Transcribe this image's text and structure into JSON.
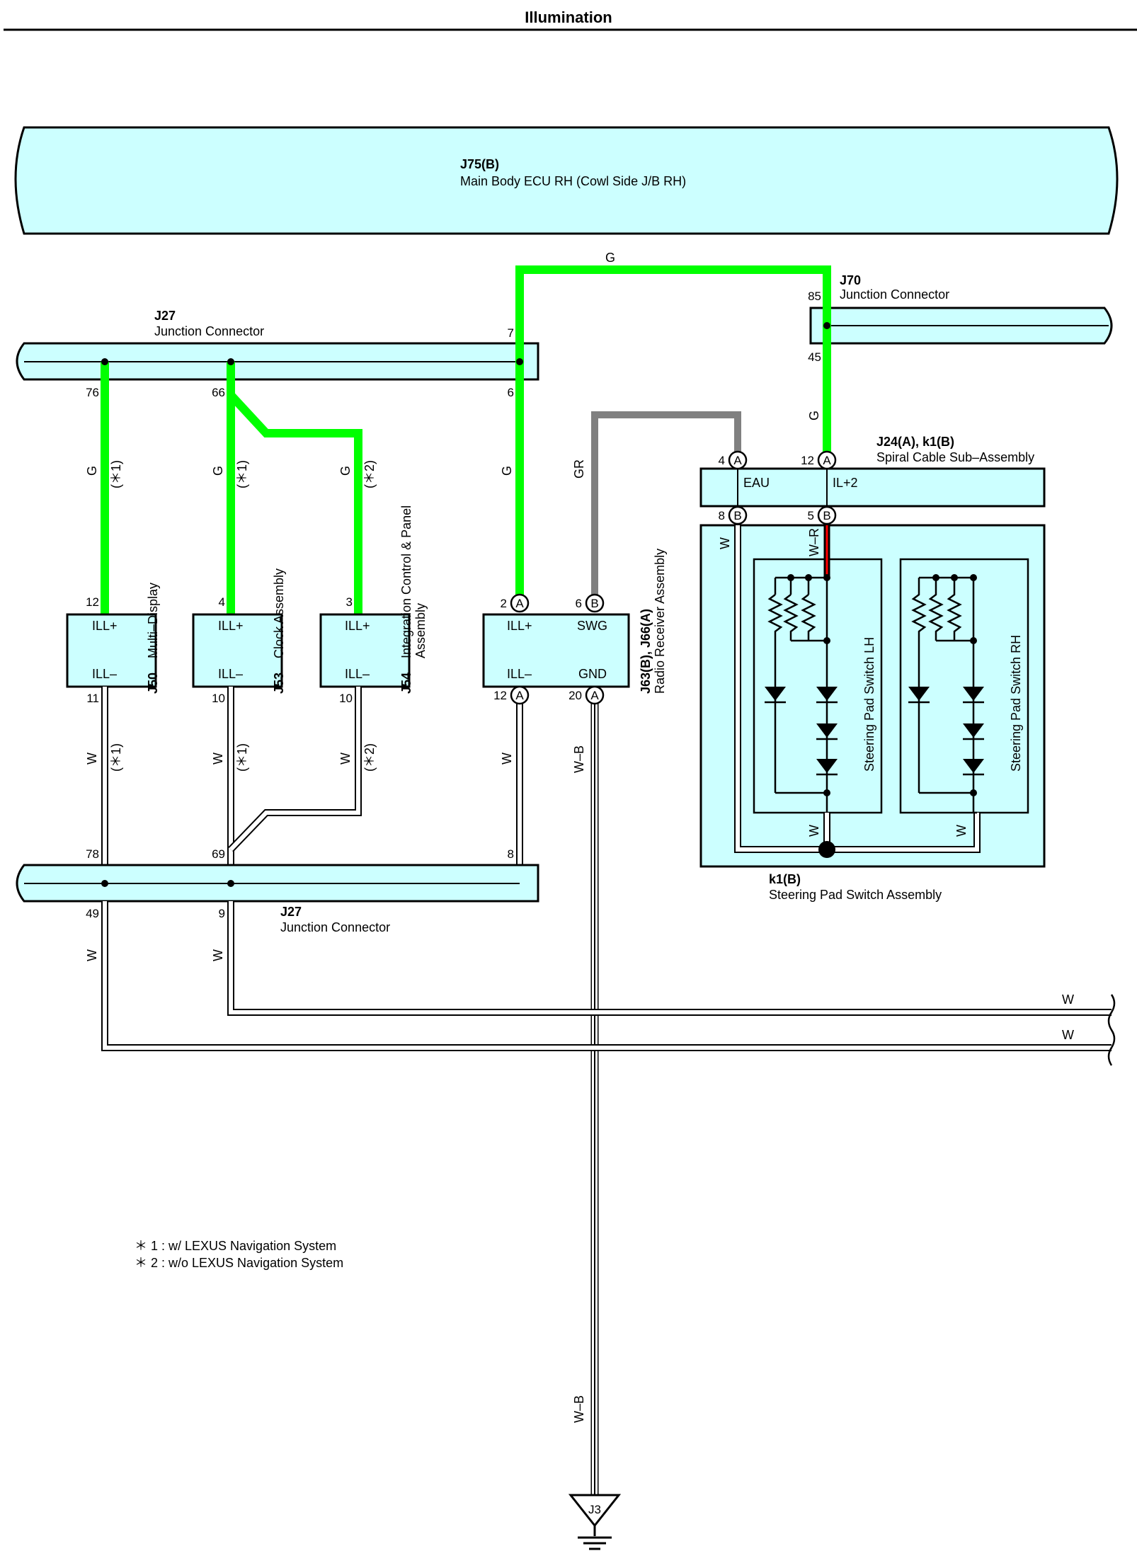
{
  "page_title": "Illumination",
  "components": {
    "j75": {
      "code": "J75(B)",
      "name": "Main Body ECU RH (Cowl Side J/B RH)"
    },
    "j27_top": {
      "code": "J27",
      "name": "Junction Connector"
    },
    "j27_bottom": {
      "code": "J27",
      "name": "Junction Connector"
    },
    "j70": {
      "code": "J70",
      "name": "Junction Connector"
    },
    "spiral": {
      "code": "J24(A), k1(B)",
      "name": "Spiral Cable Sub–Assembly",
      "pin_eau": "EAU",
      "pin_il2": "IL+2"
    },
    "j50": {
      "code": "J50",
      "name": "Multi–Display",
      "pin_top": "ILL+",
      "pin_bottom": "ILL–"
    },
    "j53": {
      "code": "J53",
      "name": "Clock Assembly",
      "pin_top": "ILL+",
      "pin_bottom": "ILL–"
    },
    "j54": {
      "code": "J54",
      "name": "Integration Control & Panel",
      "name2": "Assembly",
      "pin_top": "ILL+",
      "pin_bottom": "ILL–"
    },
    "radio": {
      "code": "J63(B), J66(A)",
      "name": "Radio Receiver Assembly",
      "pin_ill_plus": "ILL+",
      "pin_swg": "SWG",
      "pin_ill_minus": "ILL–",
      "pin_gnd": "GND"
    },
    "k1": {
      "code": "k1(B)",
      "name": "Steering Pad Switch Assembly"
    },
    "pad_lh": {
      "name": "Steering Pad Switch LH"
    },
    "pad_rh": {
      "name": "Steering Pad Switch RH"
    },
    "ground": {
      "code": "J3"
    }
  },
  "pins": {
    "j27t_76": "76",
    "j27t_66": "66",
    "j27t_7": "7",
    "j27t_6": "6",
    "j70_85": "85",
    "j70_45": "45",
    "spiral_4": "4",
    "spiral_12": "12",
    "spiral_8": "8",
    "spiral_5": "5",
    "j50_12": "12",
    "j50_11": "11",
    "j53_4": "4",
    "j53_10": "10",
    "j54_3": "3",
    "j54_10": "10",
    "radio_2": "2",
    "radio_6": "6",
    "radio_12": "12",
    "radio_20": "20",
    "j27b_78": "78",
    "j27b_69": "69",
    "j27b_8": "8",
    "j27b_49": "49",
    "j27b_9": "9"
  },
  "connector_letters": {
    "a": "A",
    "b": "B"
  },
  "wire_labels": {
    "top_g": "G",
    "j70_g": "G",
    "j50_g": "G",
    "j53_g": "G",
    "j54_g": "G",
    "radio_g": "G",
    "gr": "GR",
    "wr": "W–R",
    "pad_w_left": "W",
    "pad_w_mid": "W",
    "pad_w_right": "W",
    "j50_w": "W",
    "j53_w": "W",
    "j54_w": "W",
    "radio_w": "W",
    "wb_upper": "W–B",
    "wb_lower": "W–B",
    "j27b_49_w": "W",
    "j27b_9_w": "W",
    "right_w1": "W",
    "right_w2": "W"
  },
  "notes": {
    "n1": "(＊1)",
    "n2": "(＊2)"
  },
  "legend": [
    "＊ 1 : w/ LEXUS Navigation System",
    "＊ 2 : w/o LEXUS Navigation System"
  ],
  "colors": {
    "green_wire": "#00ff00",
    "gray_wire": "#808080",
    "red_wire": "#ff0000",
    "component_fill": "#ccffff"
  }
}
